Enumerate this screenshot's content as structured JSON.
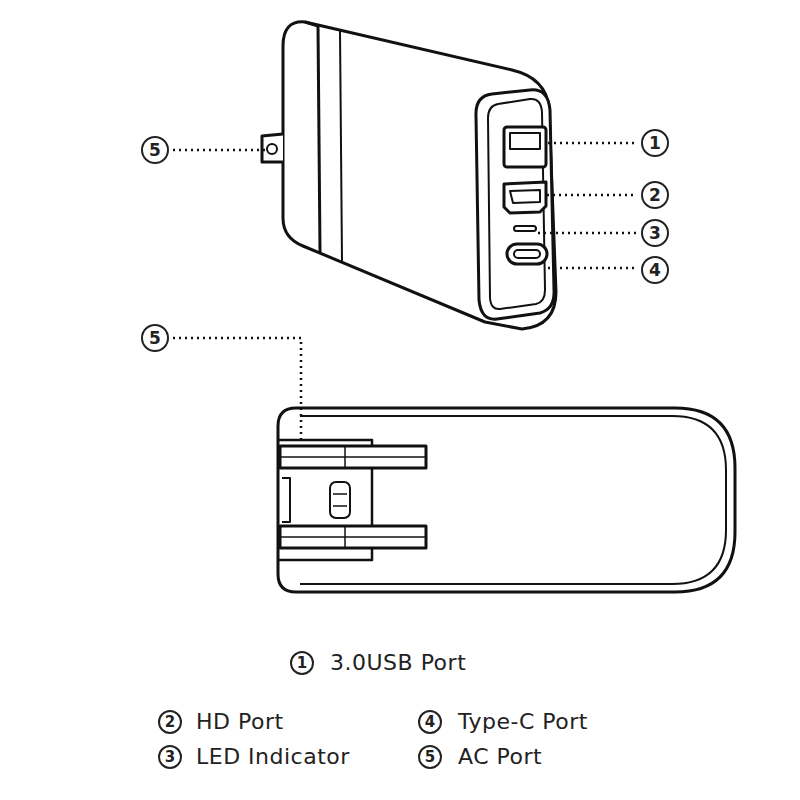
{
  "diagram": {
    "labels": [
      "1",
      "2",
      "3",
      "4",
      "5",
      "5",
      "1",
      "3.0USB Port",
      "2",
      "HD Port",
      "4",
      "Type-C Port",
      "3",
      "LED Indicator",
      "5",
      "AC Port"
    ]
  }
}
